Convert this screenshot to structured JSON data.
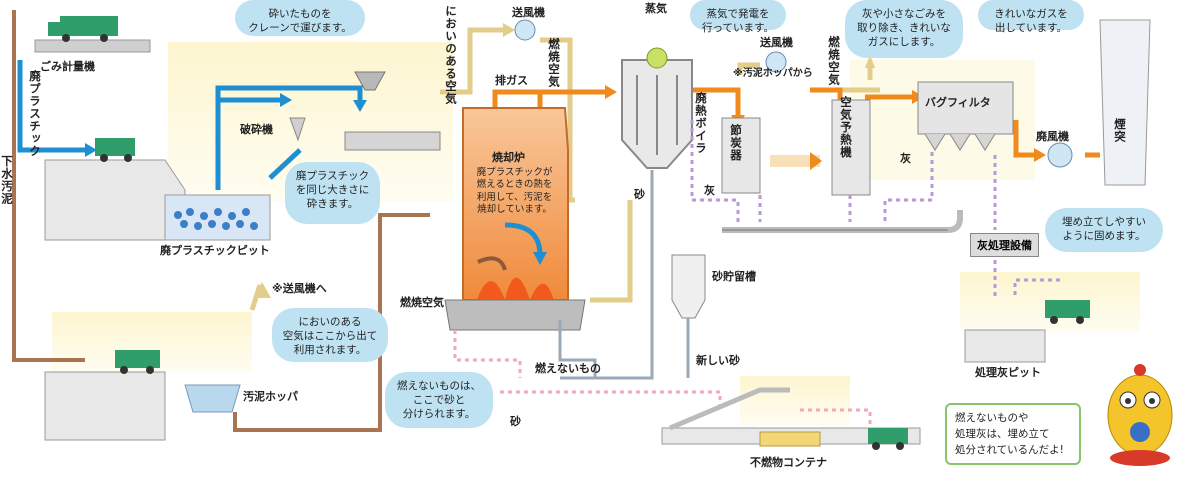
{
  "labels": {
    "scale": "ごみ計量機",
    "plastic_vertical": "廃プラスチック",
    "sewage_vertical": "下水汚泥",
    "crusher": "破砕機",
    "plastic_pit": "廃プラスチックピット",
    "smell_air": "においのある空気",
    "blower_top": "送風機",
    "combustion_air_top": "燃焼空気",
    "exhaust_gas": "排ガス",
    "incinerator": "焼却炉",
    "steam": "蒸気",
    "waste_heat_boiler": "廃熱ボイラ",
    "sand": "砂",
    "ash_left": "灰",
    "economizer": "節炭器",
    "blower_right": "送風機",
    "from_sludge_hopper": "※汚泥ホッパから",
    "air_preheater": "空気予熱機",
    "combustion_air_right": "燃焼空気",
    "bag_filter": "バグフィルタ",
    "ash_right": "灰",
    "induced_fan": "廃風機",
    "chimney": "煙突",
    "sand_tank": "砂貯留槽",
    "to_blower": "※送風機へ",
    "combustion_air_bottom": "燃焼空気",
    "noncombustible": "燃えないもの",
    "new_sand": "新しい砂",
    "sludge_hopper": "汚泥ホッパ",
    "sand_bottom": "砂",
    "ash_treatment": "灰処理設備",
    "ash_pit": "処理灰ピット",
    "noncombustible_container": "不燃物コンテナ"
  },
  "bubbles": {
    "crane": "砕いたものを\nクレーンで運びます。",
    "crusher_note": "廃プラスチック\nを同じ大きさに\n砕きます。",
    "furnace_note": "廃プラスチックが\n燃えるときの熱を\n利用して、汚泥を\n焼却しています。",
    "generation": "蒸気で発電を\n行っています。",
    "bagfilter_note": "灰や小さなごみを\n取り除き、きれいな\nガスにします。",
    "chimney_note": "きれいなガスを\n出しています。",
    "smell_note": "においのある\n空気はここから出て\n利用されます。",
    "separation": "燃えないものは、\nここで砂と\n分けられます。",
    "landfill": "埋め立てしやすい\nように固めます。"
  },
  "note_box": "燃えないものや\n処理灰は、埋め立て\n処分されているんだよ!",
  "colors": {
    "flow_blue": "#1e8fd0",
    "flow_tan": "#e2cd8a",
    "flow_orange": "#f08a1d",
    "flow_purple": "#b59ad6",
    "flow_pink": "#f2a8b8",
    "bubble": "#bfe2f3",
    "furnace": "#f6b47a",
    "note_border": "#8ac46a"
  }
}
